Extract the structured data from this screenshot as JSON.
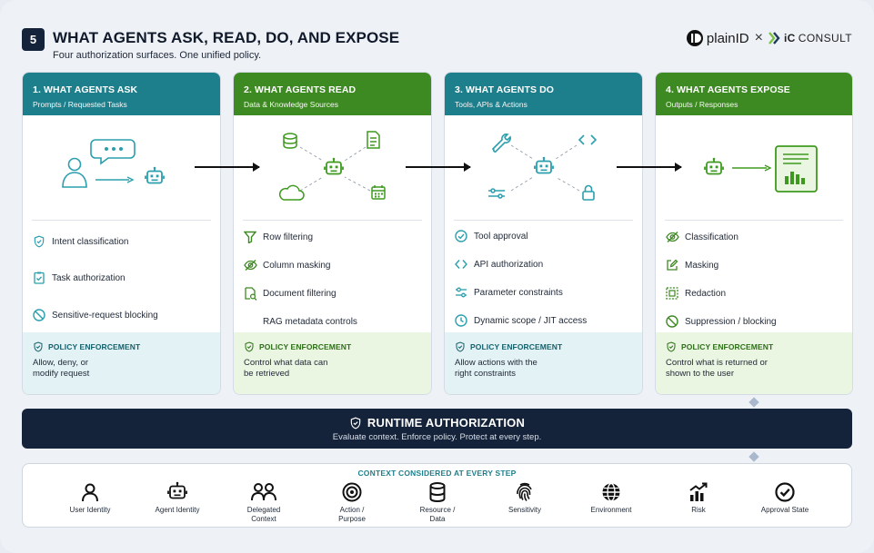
{
  "header": {
    "step_number": "5",
    "title": "WHAT AGENTS ASK, READ, DO, AND EXPOSE",
    "subtitle": "Four authorization surfaces. One unified policy.",
    "logo_plainid": "plainID",
    "logo_separator": "×",
    "logo_ic_prefix": "iC",
    "logo_ic_suffix": "CONSULT"
  },
  "cards": [
    {
      "title": "1. WHAT AGENTS ASK",
      "subtitle": "Prompts / Requested Tasks",
      "features": [
        "Intent classification",
        "Task authorization",
        "Sensitive-request blocking"
      ],
      "policy_title": "POLICY ENFORCEMENT",
      "policy_desc": "Allow, deny, or modify request"
    },
    {
      "title": "2. WHAT AGENTS READ",
      "subtitle": "Data & Knowledge Sources",
      "features": [
        "Row filtering",
        "Column masking",
        "Document filtering",
        "RAG metadata controls"
      ],
      "policy_title": "POLICY ENFORCEMENT",
      "policy_desc": "Control what data can be retrieved"
    },
    {
      "title": "3. WHAT AGENTS DO",
      "subtitle": "Tools, APIs & Actions",
      "features": [
        "Tool approval",
        "API authorization",
        "Parameter constraints",
        "Dynamic scope / JIT access"
      ],
      "policy_title": "POLICY ENFORCEMENT",
      "policy_desc": "Allow actions with the right constraints"
    },
    {
      "title": "4. WHAT AGENTS EXPOSE",
      "subtitle": "Outputs / Responses",
      "features": [
        "Classification",
        "Masking",
        "Redaction",
        "Suppression / blocking"
      ],
      "policy_title": "POLICY ENFORCEMENT",
      "policy_desc": "Control what is returned or shown to the user"
    }
  ],
  "runtime": {
    "title": "RUNTIME AUTHORIZATION",
    "subtitle": "Evaluate context. Enforce policy. Protect at every step."
  },
  "context": {
    "title": "CONTEXT CONSIDERED AT EVERY STEP",
    "items": [
      {
        "label": "User Identity",
        "icon": "user-icon"
      },
      {
        "label": "Agent Identity",
        "icon": "robot-icon"
      },
      {
        "label": "Delegated Context",
        "icon": "users-icon"
      },
      {
        "label": "Action / Purpose",
        "icon": "target-icon"
      },
      {
        "label": "Resource / Data",
        "icon": "database-icon"
      },
      {
        "label": "Sensitivity",
        "icon": "fingerprint-icon"
      },
      {
        "label": "Environment",
        "icon": "globe-icon"
      },
      {
        "label": "Risk",
        "icon": "chart-trend-icon"
      },
      {
        "label": "Approval State",
        "icon": "check-circle-icon"
      }
    ]
  },
  "colors": {
    "teal": "#1e7f8c",
    "green": "#3e8a22",
    "navy": "#14233a"
  }
}
